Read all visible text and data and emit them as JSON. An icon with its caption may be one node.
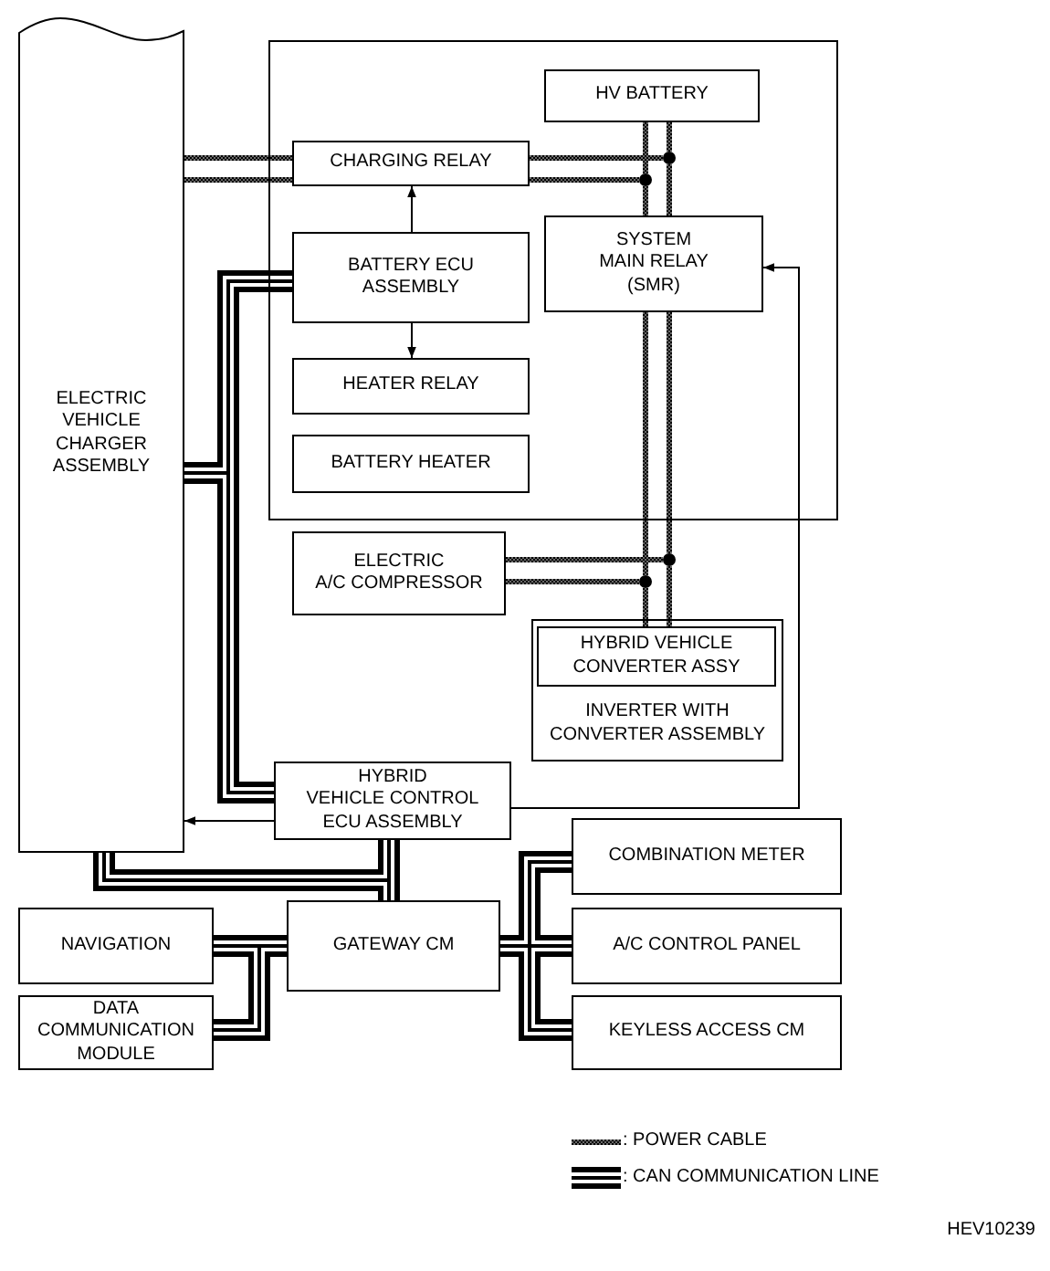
{
  "diagram": {
    "nodes": [
      {
        "text": [
          "ELECTRIC VEHICLE CHARGER ASSEMBLY"
        ]
      },
      {
        "text": [],
        "shape": "box"
      },
      {
        "text": [
          "HV BATTERY"
        ],
        "in": 1
      },
      {
        "text": [
          "CHARGING RELAY"
        ],
        "in": 1
      },
      {
        "text": [],
        "shape": "circle",
        "in": 1
      },
      {
        "text": [],
        "shape": "circle",
        "in": 1
      },
      {
        "text": [
          "SYSTEM MAIN RELAY (SMR)"
        ],
        "in": 1
      },
      {
        "text": [
          "BATTERY ECU ASSEMBLY"
        ],
        "in": 1
      },
      {
        "text": [
          "HEATER RELAY"
        ],
        "in": 1
      },
      {
        "text": [
          "BATTERY HEATER"
        ],
        "in": 1
      },
      {
        "text": [
          "ELECTRIC A/C COMPRESSOR"
        ]
      },
      {
        "text": [],
        "shape": "circle"
      },
      {
        "text": [],
        "shape": "circle"
      },
      {
        "text": [
          "INVERTER WITH CONVERTER ASSEMBLY"
        ]
      },
      {
        "text": [
          "HYBRID VEHICLE CONVERTER ASSY"
        ],
        "in": 13
      },
      {
        "text": [
          "HYBRID VEHICLE CONTROL ECU ASSEMBLY"
        ]
      },
      {
        "text": [
          "COMBINATION METER"
        ]
      },
      {
        "text": [
          "NAVIGATION"
        ]
      },
      {
        "text": [
          "GATEWAY CM"
        ]
      },
      {
        "text": [
          "A/C CONTROL PANEL"
        ]
      },
      {
        "text": [
          "DATA COMMUNICATION MODULE"
        ]
      },
      {
        "text": [
          "KEYLESS ACCESS CM"
        ]
      }
    ],
    "edges": [
      {
        "from": 7,
        "to": 3,
        "arrow": "to"
      },
      {
        "from": 7,
        "to": 8,
        "arrow": "to"
      },
      {
        "from": 15,
        "to": 6,
        "arrow": "to"
      },
      {
        "from": 15,
        "to": 0,
        "arrow": "to"
      },
      {
        "from": 0,
        "to": 3,
        "arrow": "none",
        "style": "dashed"
      },
      {
        "from": 3,
        "to": 4,
        "arrow": "none",
        "style": "dashed"
      },
      {
        "from": 3,
        "to": 5,
        "arrow": "none",
        "style": "dashed"
      },
      {
        "from": 2,
        "to": 4,
        "arrow": "none",
        "style": "dashed"
      },
      {
        "from": 2,
        "to": 5,
        "arrow": "none",
        "style": "dashed"
      },
      {
        "from": 4,
        "to": 6,
        "arrow": "none",
        "style": "dashed"
      },
      {
        "from": 5,
        "to": 6,
        "arrow": "none",
        "style": "dashed"
      },
      {
        "from": 6,
        "to": 11,
        "arrow": "none",
        "style": "dashed"
      },
      {
        "from": 6,
        "to": 12,
        "arrow": "none",
        "style": "dashed"
      },
      {
        "from": 11,
        "to": 14,
        "arrow": "none",
        "style": "dashed"
      },
      {
        "from": 12,
        "to": 14,
        "arrow": "none",
        "style": "dashed"
      },
      {
        "from": 10,
        "to": 11,
        "arrow": "none",
        "style": "dashed"
      },
      {
        "from": 10,
        "to": 12,
        "arrow": "none",
        "style": "dashed"
      },
      {
        "from": 7,
        "to": 15,
        "arrow": "none"
      },
      {
        "from": 0,
        "to": 7,
        "arrow": "none"
      },
      {
        "from": 0,
        "to": 15,
        "arrow": "none"
      },
      {
        "from": 15,
        "to": 18,
        "arrow": "none"
      },
      {
        "from": 0,
        "to": 18,
        "arrow": "none"
      },
      {
        "from": 0,
        "to": 15,
        "arrow": "none"
      },
      {
        "from": 18,
        "to": 17,
        "arrow": "none"
      },
      {
        "from": 18,
        "to": 20,
        "arrow": "none"
      },
      {
        "from": 18,
        "to": 16,
        "arrow": "none"
      },
      {
        "from": 18,
        "to": 19,
        "arrow": "none"
      },
      {
        "from": 18,
        "to": 21,
        "arrow": "none"
      }
    ],
    "labels": [
      "HEV10239"
    ],
    "legend": [
      {
        "text": ": POWER CABLE"
      },
      {
        "text": ": CAN COMMUNICATION LINE"
      }
    ]
  }
}
